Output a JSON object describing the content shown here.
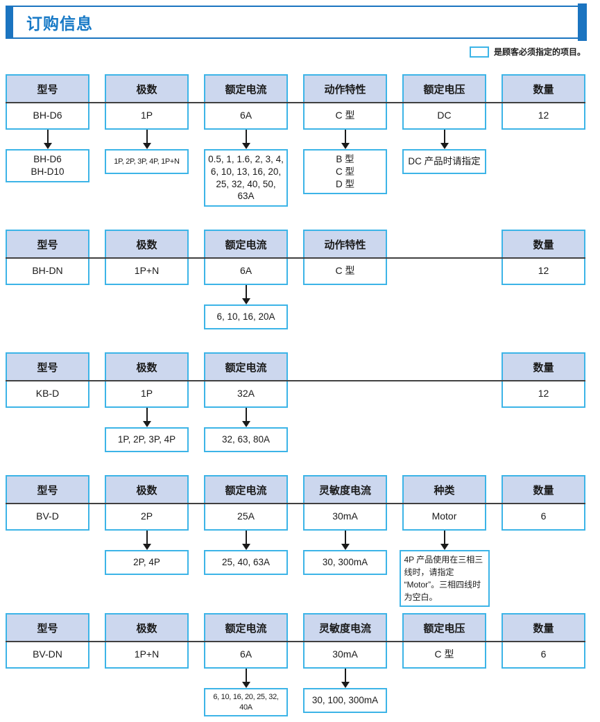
{
  "page": {
    "title": "订购信息",
    "legend_label": "是顾客必须指定的项目。"
  },
  "colors": {
    "accent_blue": "#1b74c0",
    "title_text": "#1779c6",
    "box_border": "#3cb4e7",
    "header_fill": "#ccd7ee",
    "separator_line": "#404040",
    "arrow": "#1a1a1a"
  },
  "tables": [
    {
      "model": "BH-D6",
      "columns": [
        {
          "slot": 0,
          "header": "型号",
          "value": "BH-D6",
          "options": [
            "BH-D6",
            "BH-D10"
          ]
        },
        {
          "slot": 1,
          "header": "极数",
          "value": "1P",
          "small_options": true,
          "options": [
            "1P, 2P, 3P, 4P, 1P+N"
          ]
        },
        {
          "slot": 2,
          "header": "额定电流",
          "value": "6A",
          "options": [
            "0.5, 1, 1.6, 2, 3, 4,",
            "6, 10, 13, 16, 20,",
            "25, 32, 40, 50, 63A"
          ]
        },
        {
          "slot": 3,
          "header": "动作特性",
          "value": "C 型",
          "options": [
            "B 型",
            "C 型",
            "D 型"
          ]
        },
        {
          "slot": 4,
          "header": "额定电压",
          "value": "DC",
          "options": [
            "DC 产品时请指定"
          ]
        },
        {
          "slot": 5,
          "header": "数量",
          "value": "12"
        }
      ]
    },
    {
      "model": "BH-DN",
      "columns": [
        {
          "slot": 0,
          "header": "型号",
          "value": "BH-DN"
        },
        {
          "slot": 1,
          "header": "极数",
          "value": "1P+N"
        },
        {
          "slot": 2,
          "header": "额定电流",
          "value": "6A",
          "options": [
            "6, 10, 16, 20A"
          ]
        },
        {
          "slot": 3,
          "header": "动作特性",
          "value": "C 型"
        },
        {
          "slot": 5,
          "header": "数量",
          "value": "12"
        }
      ]
    },
    {
      "model": "KB-D",
      "columns": [
        {
          "slot": 0,
          "header": "型号",
          "value": "KB-D"
        },
        {
          "slot": 1,
          "header": "极数",
          "value": "1P",
          "options": [
            "1P, 2P, 3P, 4P"
          ]
        },
        {
          "slot": 2,
          "header": "额定电流",
          "value": "32A",
          "options": [
            "32, 63, 80A"
          ]
        },
        {
          "slot": 5,
          "header": "数量",
          "value": "12"
        }
      ]
    },
    {
      "model": "BV-D",
      "columns": [
        {
          "slot": 0,
          "header": "型号",
          "value": "BV-D"
        },
        {
          "slot": 1,
          "header": "极数",
          "value": "2P",
          "options": [
            "2P, 4P"
          ]
        },
        {
          "slot": 2,
          "header": "额定电流",
          "value": "25A",
          "options": [
            "25, 40, 63A"
          ]
        },
        {
          "slot": 3,
          "header": "灵敏度电流",
          "value": "30mA",
          "options": [
            "30, 300mA"
          ]
        },
        {
          "slot": 4,
          "header": "种类",
          "value": "Motor",
          "note": "4P 产品使用在三相三线时，请指定 “Motor”。三相四线时为空白。"
        },
        {
          "slot": 5,
          "header": "数量",
          "value": "6"
        }
      ]
    },
    {
      "model": "BV-DN",
      "columns": [
        {
          "slot": 0,
          "header": "型号",
          "value": "BV-DN"
        },
        {
          "slot": 1,
          "header": "极数",
          "value": "1P+N"
        },
        {
          "slot": 2,
          "header": "额定电流",
          "value": "6A",
          "small_options": true,
          "options": [
            "6, 10, 16, 20, 25, 32, 40A"
          ]
        },
        {
          "slot": 3,
          "header": "灵敏度电流",
          "value": "30mA",
          "options": [
            "30, 100, 300mA"
          ]
        },
        {
          "slot": 4,
          "header": "额定电压",
          "value": "C 型"
        },
        {
          "slot": 5,
          "header": "数量",
          "value": "6"
        }
      ]
    }
  ]
}
